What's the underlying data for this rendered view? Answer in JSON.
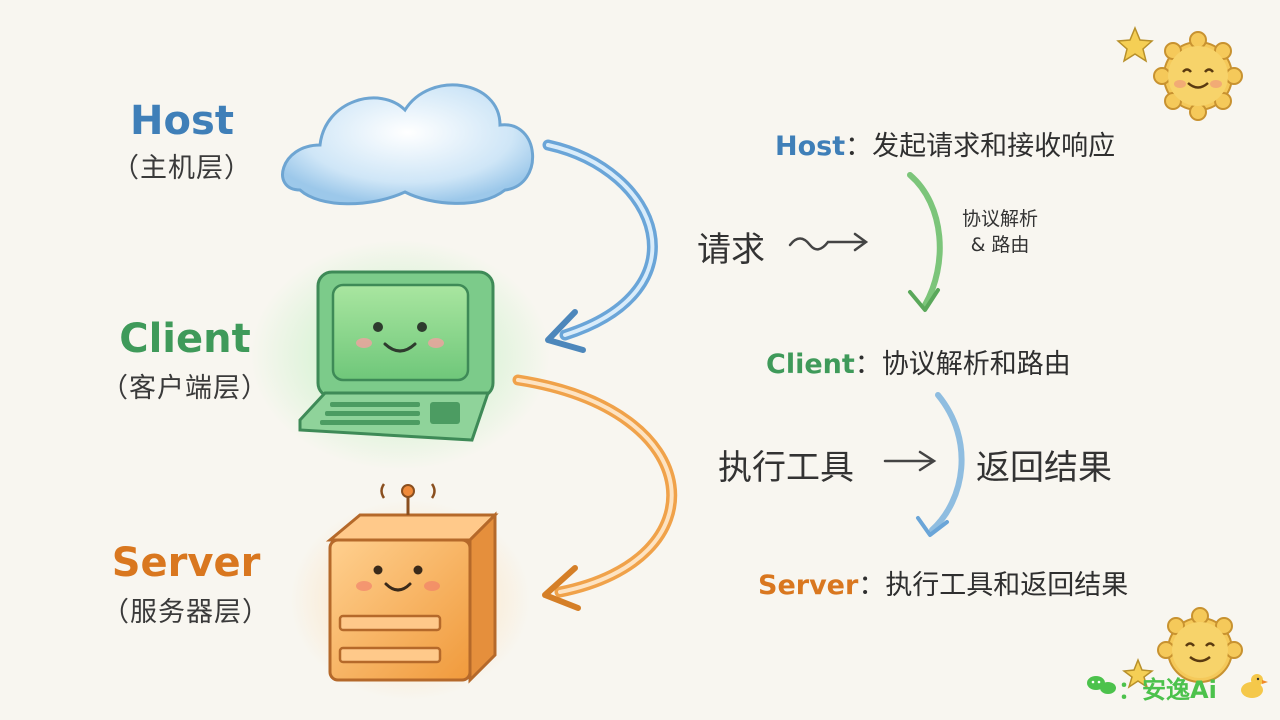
{
  "layers": [
    {
      "title": "Host",
      "subtitle": "（主机层）",
      "color": "#3f7fb8"
    },
    {
      "title": "Client",
      "subtitle": "（客户端层）",
      "color": "#3f9a5a"
    },
    {
      "title": "Server",
      "subtitle": "（服务器层）",
      "color": "#d9771f"
    }
  ],
  "flow": {
    "request": "请求",
    "execute": "执行工具",
    "return": "返回结果"
  },
  "right": {
    "host_name": "Host",
    "host_desc": "发起请求和接收响应",
    "parse_line1": "协议解析",
    "parse_line2": "& 路由",
    "client_name": "Client",
    "client_desc": "协议解析和路由",
    "server_name": "Server",
    "server_desc": "执行工具和返回结果",
    "sep": "："
  },
  "watermark": {
    "text": "安逸Ai",
    "sep": "："
  },
  "colors": {
    "blue": "#6aa5d8",
    "green": "#7cc57a",
    "orange": "#f0a24a",
    "text": "#333333"
  }
}
